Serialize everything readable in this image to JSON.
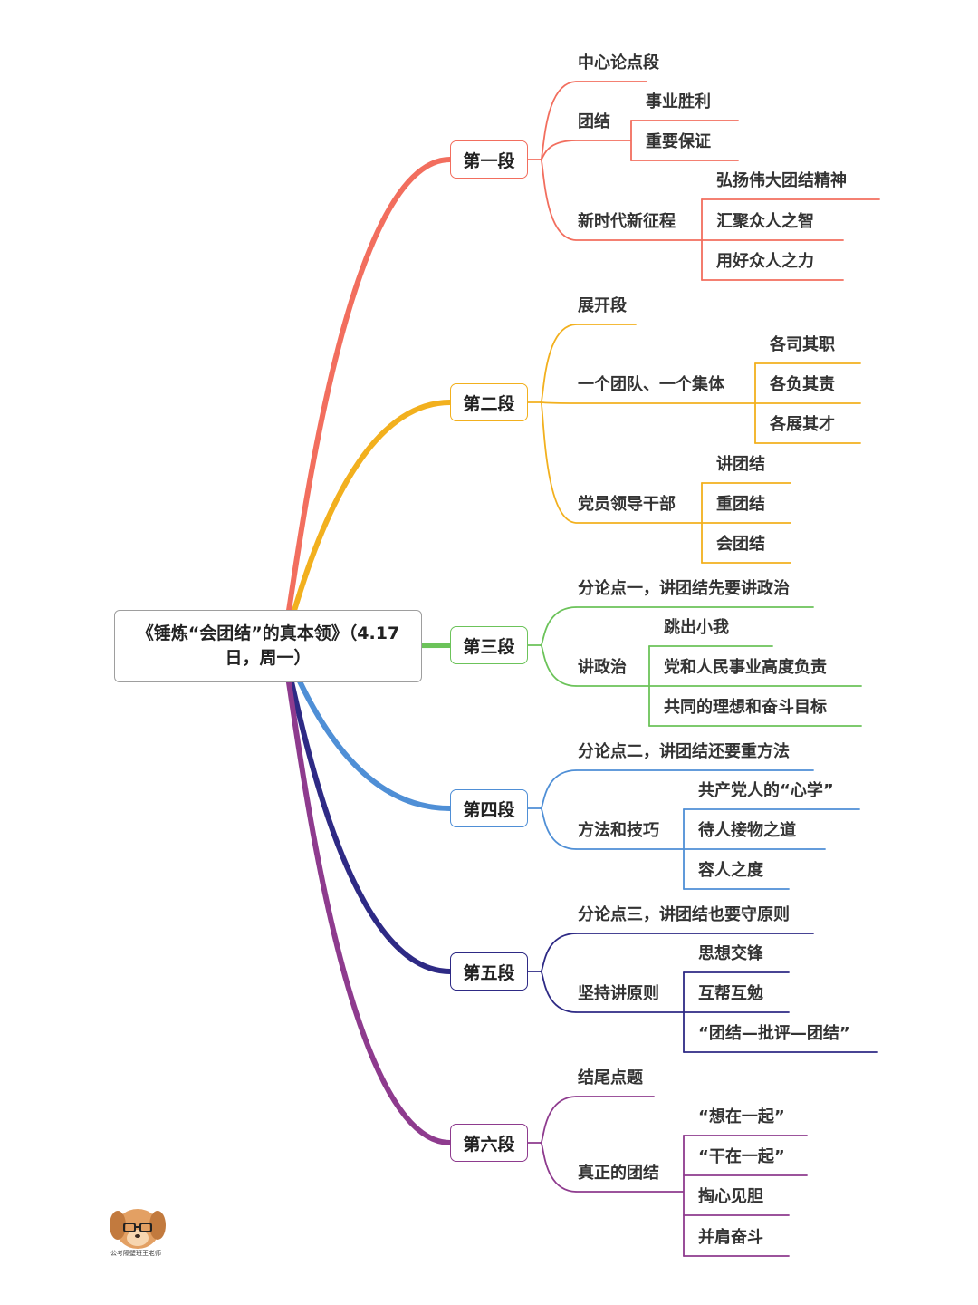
{
  "root": {
    "title": "《锤炼“会团结”的真本领》（4.17日，周一）"
  },
  "sections": [
    {
      "id": "s1",
      "label": "第一段",
      "color": "#f26e5e",
      "children": [
        {
          "label": "中心论点段",
          "children": []
        },
        {
          "label": "团结",
          "children": [
            "事业胜利",
            "重要保证"
          ]
        },
        {
          "label": "新时代新征程",
          "children": [
            "弘扬伟大团结精神",
            "汇聚众人之智",
            "用好众人之力"
          ]
        }
      ]
    },
    {
      "id": "s2",
      "label": "第二段",
      "color": "#f2b01e",
      "children": [
        {
          "label": "展开段",
          "children": []
        },
        {
          "label": "一个团队、一个集体",
          "children": [
            "各司其职",
            "各负其责",
            "各展其才"
          ]
        },
        {
          "label": "党员领导干部",
          "children": [
            "讲团结",
            "重团结",
            "会团结"
          ]
        }
      ]
    },
    {
      "id": "s3",
      "label": "第三段",
      "color": "#6cc35a",
      "children": [
        {
          "label": "分论点一，讲团结先要讲政治",
          "children": []
        },
        {
          "label": "讲政治",
          "children": [
            "跳出小我",
            "党和人民事业高度负责",
            "共同的理想和奋斗目标"
          ]
        }
      ]
    },
    {
      "id": "s4",
      "label": "第四段",
      "color": "#4f8fd6",
      "children": [
        {
          "label": "分论点二，讲团结还要重方法",
          "children": []
        },
        {
          "label": "方法和技巧",
          "children": [
            "共产党人的“心学”",
            "待人接物之道",
            "容人之度"
          ]
        }
      ]
    },
    {
      "id": "s5",
      "label": "第五段",
      "color": "#2e2a85",
      "children": [
        {
          "label": "分论点三，讲团结也要守原则",
          "children": []
        },
        {
          "label": "坚持讲原则",
          "children": [
            "思想交锋",
            "互帮互勉",
            "“团结—批评—团结”"
          ]
        }
      ]
    },
    {
      "id": "s6",
      "label": "第六段",
      "color": "#8e3b8e",
      "children": [
        {
          "label": "结尾点题",
          "children": []
        },
        {
          "label": "真正的团结",
          "children": [
            "“想在一起”",
            "“干在一起”",
            "掏心见胆",
            "并肩奋斗"
          ]
        }
      ]
    }
  ],
  "watermark": {
    "caption": "公考隔壁班王老师",
    "icon": "cartoon-dog-mascot"
  }
}
